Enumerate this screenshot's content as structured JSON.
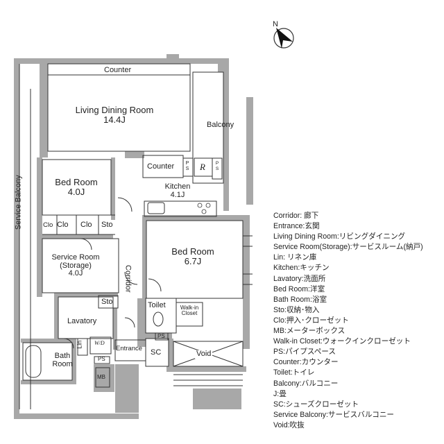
{
  "compass": {
    "label": "N"
  },
  "rooms": {
    "living_dining": {
      "name": "Living Dining Room",
      "size": "14.4J"
    },
    "counter_top": "Counter",
    "balcony": "Balcony",
    "counter_kitchen": "Counter",
    "ps1": "PS",
    "refrigerator": "R",
    "ps2": "PS",
    "kitchen": {
      "name": "Kitchen",
      "size": "4.1J"
    },
    "bed_room_1": {
      "name": "Bed Room",
      "size": "4.0J"
    },
    "service_balcony": "Service Balcony",
    "clo_1": "Clo",
    "clo_2": "Clo",
    "clo_3": "Clo",
    "sto_1": "Sto",
    "bed_room_2": {
      "name": "Bed Room",
      "size": "6.7J"
    },
    "service_room": {
      "name": "Service Room",
      "sub": "(Storage)",
      "size": "4.0J"
    },
    "corridor": "Corridor",
    "sto_2": "Sto",
    "toilet": "Toilet",
    "walk_in_closet": {
      "line1": "Walk-in",
      "line2": "Closet"
    },
    "lavatory": "Lavatory",
    "lin": "Lin",
    "washer": "W/D",
    "ps3": "PS",
    "bath_room": {
      "line1": "Bath",
      "line2": "Room"
    },
    "ps4": "PS",
    "entrance": "Entrance",
    "sc": "SC",
    "void": "Void",
    "mb": "MB"
  },
  "legend": [
    "Corridor: 廊下",
    "Entrance:玄関",
    "Living Dining Room:リビングダイニング",
    "Service Room(Storage):サービスルーム(納戸)",
    "Lin: リネン庫",
    "Kitchen:キッチン",
    "Lavatory:洗面所",
    "Bed Room:洋室",
    "Bath Room:浴室",
    "Sto:収納･物入",
    "Clo:押入･クローゼット",
    "MB:メーターボックス",
    "Walk-in Closet:ウォークインクローゼット",
    "PS:パイプスペース",
    "Counter:カウンター",
    "Toilet:トイレ",
    "Balcony:バルコニー",
    "J:畳",
    "SC:シューズクローゼット",
    "Service Balcony:サービスバルコニー",
    "Void:吹抜"
  ],
  "colors": {
    "wall": "#a8a8a8",
    "line": "#333333",
    "bg": "#ffffff"
  }
}
